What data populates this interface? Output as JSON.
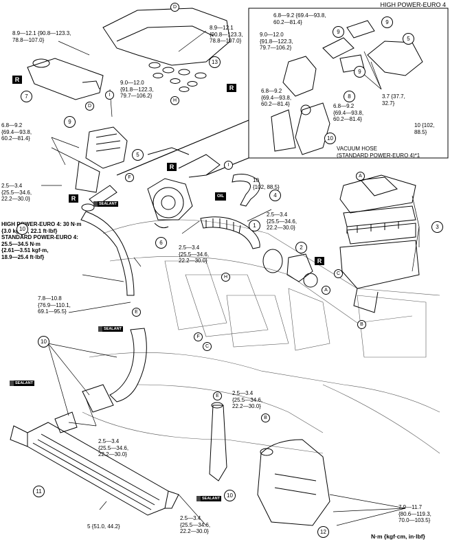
{
  "header": {
    "variant_title": "HIGH POWER-EURO 4"
  },
  "units_note": "N·m {kgf·cm, in·lbf}",
  "vacuum_hose_note": "VACUUM HOSE\n(STANDARD POWER-EURO 4)*1",
  "torque_specs": {
    "t_top_left": "8.9—12.1 {90.8—123.3,\n78.8—107.0}",
    "t_top_mid": "8.9—12.1\n{90.8—123.3,\n78.8—107.0}",
    "t_9_left": "9.0—12.0\n{91.8—122.3,\n79.7—106.2}",
    "t_left_69": "6.8—9.2\n{69.4—93.8,\n60.2—81.4}",
    "t_left_25": "2.5—3.4\n{25.5—34.6,\n22.2—30.0}",
    "t_engine_note": "HIGH POWER-EURO 4: 30 N·m\n{3.0 kgf·m, 22.1 ft·lbf}\nSTANDARD POWER-EURO 4:\n25.5—34.5 N·m\n{2.61—3.51 kgf·m,\n18.9—25.4 ft·lbf}",
    "t_78": "7.8—10.8\n{76.9—110.1,\n69.1—95.5}",
    "t_10_mid": "10\n{102, 88.5}",
    "t_25_right": "2.5—3.4\n{25.5—34.6,\n22.2—30.0}",
    "t_25_turbo": "2.5—3.4\n{25.5—34.6,\n22.2—30.0}",
    "t_inset_69_top": "6.8—9.2 {69.4—93.8,\n60.2—81.4}",
    "t_inset_90": "9.0—12.0\n{91.8—122.3,\n79.7—106.2}",
    "t_inset_69_left": "6.8—9.2\n{69.4—93.8,\n60.2—81.4}",
    "t_inset_69_bottom": "6.8—9.2\n{69.4—93.8,\n60.2—81.4}",
    "t_inset_37": "3.7 {37.7,\n32.7}",
    "t_inset_10": "10 {102,\n88.5}",
    "t_25_e": "2.5—3.4\n{25.5—34.6,\n22.2—30.0}",
    "t_25_low_left": "2.5—3.4\n{25.5—34.6,\n22.2—30.0}",
    "t_25_bottom": "2.5—3.4\n{25.5—34.6,\n22.2—30.0}",
    "t_5": "5 {51.0, 44.2}",
    "t_79": "7.9—11.7\n{80.6—119.3,\n70.0—103.5}"
  },
  "callouts": {
    "c1": "1",
    "c2": "2",
    "c3": "3",
    "c4": "4",
    "c5": "5",
    "c5_inset": "5",
    "c6": "6",
    "c7": "7",
    "c8": "8",
    "c9_left": "9",
    "c9_a": "9",
    "c9_b": "9",
    "c9_c": "9",
    "c10_a": "10",
    "c10_b": "10",
    "c10_c": "10",
    "c10_inset": "10",
    "c11": "11",
    "c12": "12",
    "c13": "13"
  },
  "letters": {
    "D_top": "D",
    "D_mid": "D",
    "I_top": "I",
    "H_top": "H",
    "I_mid": "I",
    "A_air": "A",
    "A_low": "A",
    "B_air": "B",
    "B_low": "B",
    "C_right": "C",
    "C_eng": "C",
    "E_left": "E",
    "E_low": "E",
    "F_turbo": "F",
    "F_eng": "F",
    "H_eng": "H"
  },
  "marks": {
    "r": "R",
    "sealant": "SEALANT",
    "oil": "OIL"
  }
}
